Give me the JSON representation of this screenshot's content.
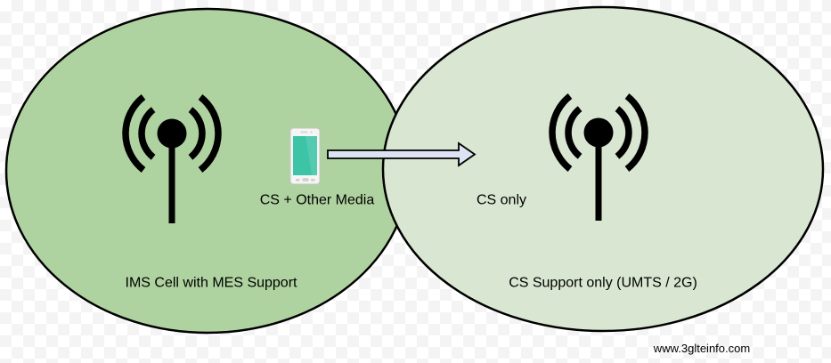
{
  "diagram": {
    "left_cell_label": "IMS Cell with MES Support",
    "right_cell_label": "CS Support only (UMTS / 2G)",
    "call_before_label": "CS + Other Media",
    "call_after_label": "CS only",
    "watermark": "www.3glteinfo.com"
  },
  "colors": {
    "left_cell_fill": "#afd3a0",
    "right_cell_fill": "#d9e7d2",
    "outline": "#000000",
    "arrow_fill": "#dce3f3",
    "phone_screen": "#3dc3a6",
    "phone_body": "#f5f5f3"
  }
}
